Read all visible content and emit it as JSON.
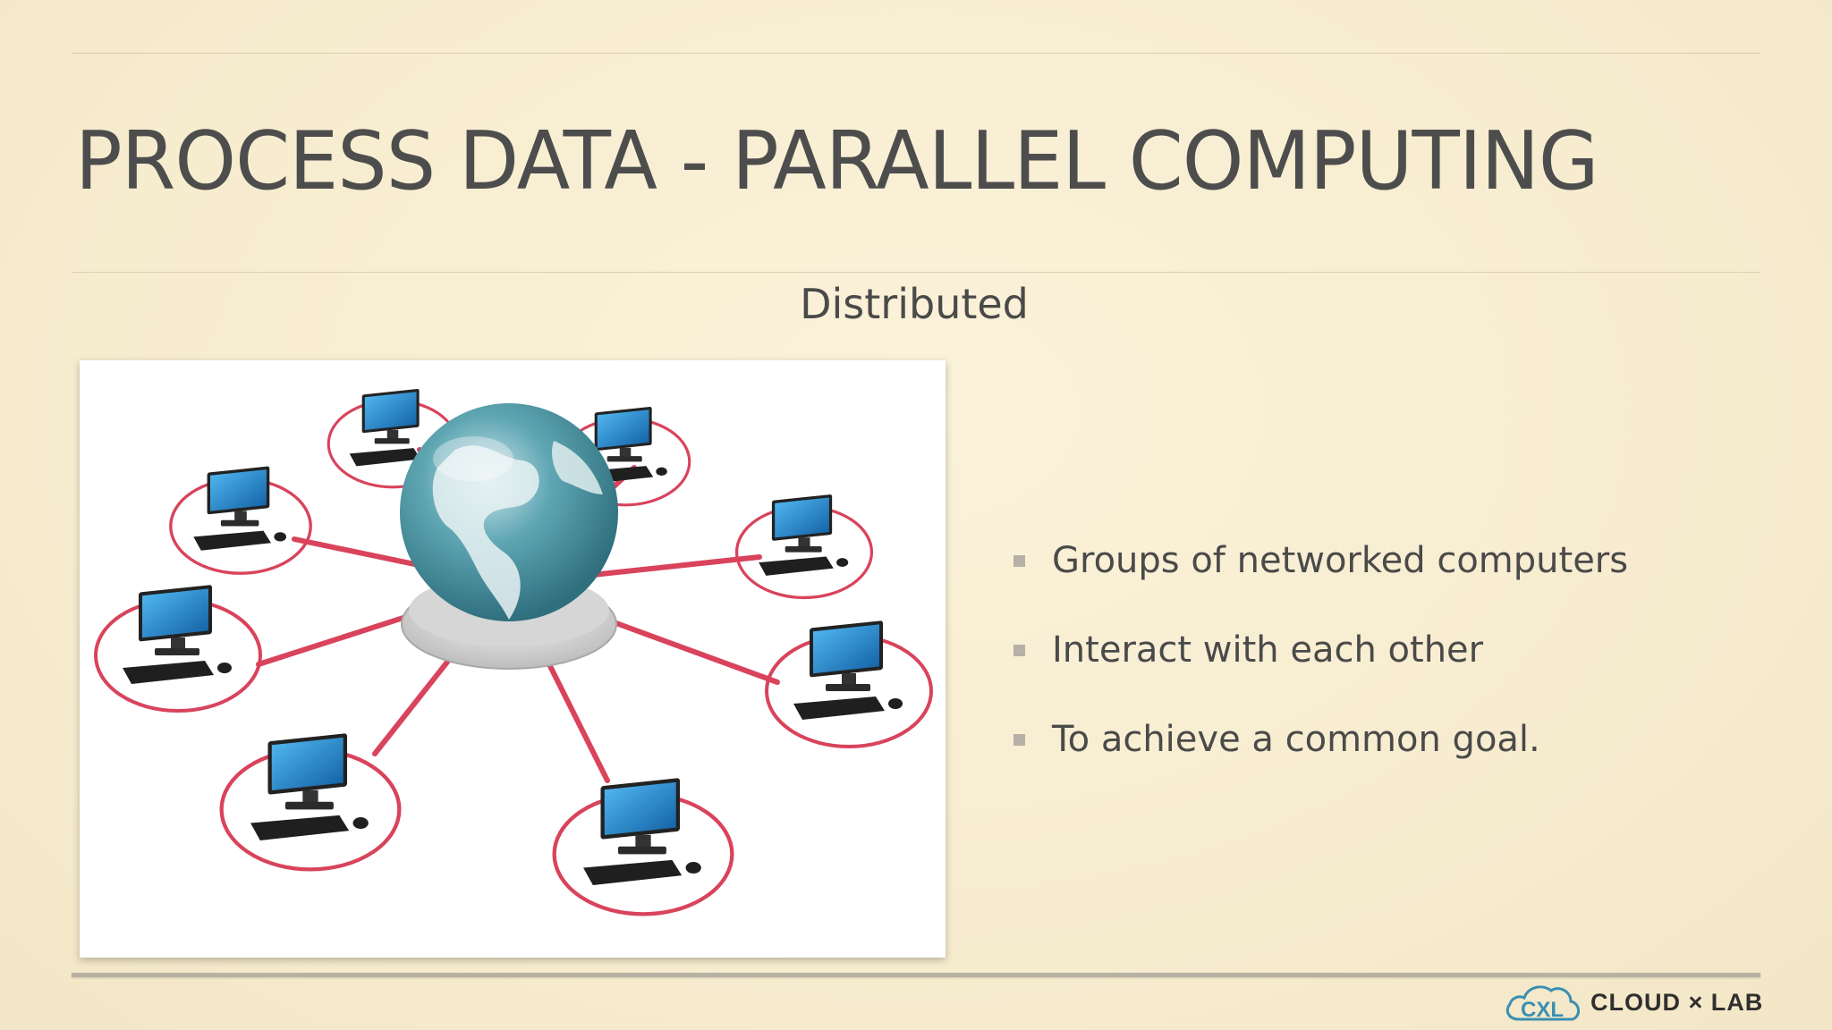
{
  "slide": {
    "title": "PROCESS DATA - PARALLEL COMPUTING",
    "subtitle": "Distributed",
    "bullets": [
      "Groups of networked computers",
      "Interact with each other",
      "To achieve a common goal."
    ]
  },
  "figure": {
    "icons": [
      "globe-icon",
      "computer-icon",
      "network-link-icon"
    ],
    "colors": {
      "link": "#d9435c",
      "screen": "#1f86c9",
      "globe": "#4f98a6"
    }
  },
  "footer": {
    "logo_text": "CLOUD × LAB",
    "logo_mark": "CXL",
    "colors": {
      "logo": "#3a8fb2",
      "text": "#2f2f2f"
    }
  }
}
